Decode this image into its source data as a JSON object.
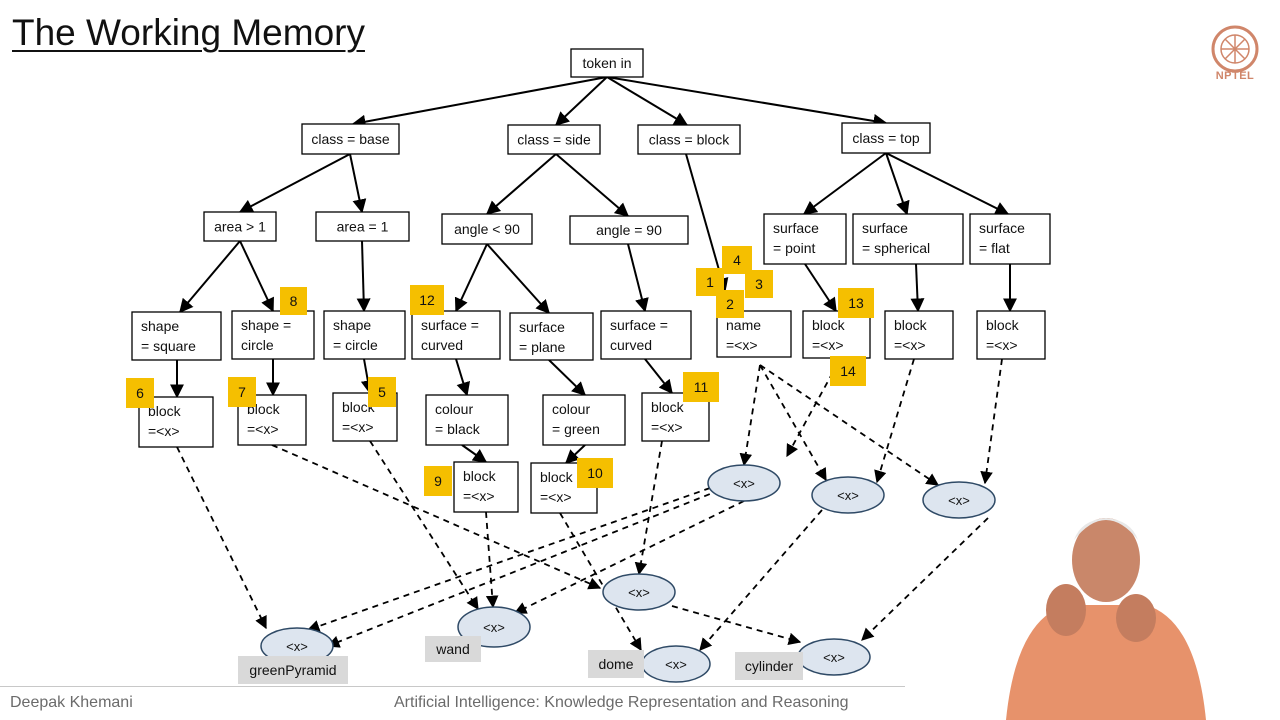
{
  "slide": {
    "title": "The Working Memory",
    "logo_text": "NPTEL",
    "footer_author": "Deepak Khemani",
    "footer_course": "Artificial Intelligence: Knowledge Representation and Reasoning"
  },
  "colors": {
    "node_border": "#000000",
    "badge_fill": "#f5bf00",
    "ellipse_fill": "#dde5ef",
    "ellipse_stroke": "#2f4a66",
    "label_fill": "#d9d9d9",
    "logo": "#d0866a"
  },
  "diagram": {
    "nodes": [
      {
        "id": "root",
        "lines": [
          "token in"
        ]
      },
      {
        "id": "base",
        "lines": [
          "class = base"
        ]
      },
      {
        "id": "side",
        "lines": [
          "class = side"
        ]
      },
      {
        "id": "cblock",
        "lines": [
          "class = block"
        ]
      },
      {
        "id": "top",
        "lines": [
          "class = top"
        ]
      },
      {
        "id": "a_gt1",
        "lines": [
          "area > 1"
        ]
      },
      {
        "id": "a_eq1",
        "lines": [
          "area = 1"
        ]
      },
      {
        "id": "ang_lt90",
        "lines": [
          "angle < 90"
        ]
      },
      {
        "id": "ang_90",
        "lines": [
          "angle = 90"
        ]
      },
      {
        "id": "s_point",
        "lines": [
          "surface",
          "= point"
        ]
      },
      {
        "id": "s_sph",
        "lines": [
          "surface",
          "= spherical"
        ]
      },
      {
        "id": "s_flat",
        "lines": [
          "surface",
          "= flat"
        ]
      },
      {
        "id": "sh_sq",
        "lines": [
          "shape",
          "= square"
        ]
      },
      {
        "id": "sh_ci1",
        "lines": [
          "shape =",
          "circle"
        ]
      },
      {
        "id": "sh_ci2",
        "lines": [
          "shape",
          "= circle"
        ]
      },
      {
        "id": "sf_cur1",
        "lines": [
          "surface =",
          "curved"
        ]
      },
      {
        "id": "sf_pl",
        "lines": [
          "surface",
          "= plane"
        ]
      },
      {
        "id": "sf_cur2",
        "lines": [
          "surface =",
          "curved"
        ]
      },
      {
        "id": "name",
        "lines": [
          "name",
          "=<x>"
        ]
      },
      {
        "id": "b13",
        "lines": [
          "block",
          "=<x>"
        ]
      },
      {
        "id": "bsph",
        "lines": [
          "block",
          "=<x>"
        ]
      },
      {
        "id": "bflat",
        "lines": [
          "block",
          "=<x>"
        ]
      },
      {
        "id": "b6",
        "lines": [
          "block",
          "=<x>"
        ]
      },
      {
        "id": "b7",
        "lines": [
          "block",
          "=<x>"
        ]
      },
      {
        "id": "b5",
        "lines": [
          "block",
          "=<x>"
        ]
      },
      {
        "id": "col_bl",
        "lines": [
          "colour",
          "= black"
        ]
      },
      {
        "id": "col_gr",
        "lines": [
          "colour",
          "= green"
        ]
      },
      {
        "id": "b11",
        "lines": [
          "block",
          "=<x>"
        ]
      },
      {
        "id": "b9",
        "lines": [
          "block",
          "=<x>"
        ]
      },
      {
        "id": "b10",
        "lines": [
          "block",
          "=<x>"
        ]
      }
    ],
    "ellipses": [
      {
        "id": "e1",
        "text": "<x>"
      },
      {
        "id": "e2",
        "text": "<x>"
      },
      {
        "id": "e3",
        "text": "<x>"
      },
      {
        "id": "e_mid",
        "text": "<x>"
      },
      {
        "id": "e_gp",
        "text": "<x>"
      },
      {
        "id": "e_wand",
        "text": "<x>"
      },
      {
        "id": "e_dome",
        "text": "<x>"
      },
      {
        "id": "e_cyl",
        "text": "<x>"
      }
    ],
    "object_labels": [
      {
        "id": "greenPyramid",
        "text": "greenPyramid"
      },
      {
        "id": "wand",
        "text": "wand"
      },
      {
        "id": "dome",
        "text": "dome"
      },
      {
        "id": "cylinder",
        "text": "cylinder"
      }
    ],
    "badges": [
      "1",
      "2",
      "3",
      "4",
      "5",
      "6",
      "7",
      "8",
      "9",
      "10",
      "11",
      "12",
      "13",
      "14"
    ]
  }
}
